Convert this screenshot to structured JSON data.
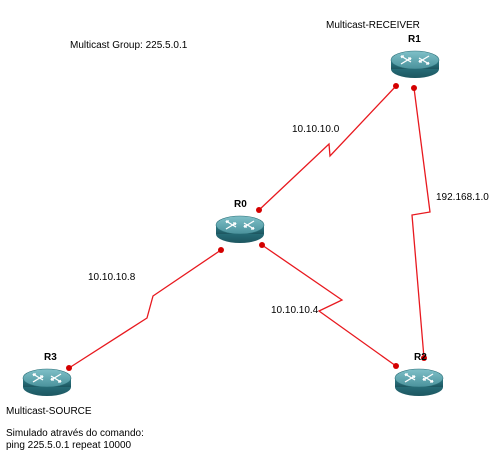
{
  "annotations": {
    "multicast_group": "Multicast Group: 225.5.0.1",
    "receiver_role": "Multicast-RECEIVER",
    "source_role": "Multicast-SOURCE",
    "simulation_line1": "Simulado através do comando:",
    "simulation_line2": "ping 225.5.0.1 repeat 10000"
  },
  "routers": [
    {
      "id": "R0",
      "label": "R0",
      "icon": "router-icon"
    },
    {
      "id": "R1",
      "label": "R1",
      "icon": "router-icon"
    },
    {
      "id": "R2",
      "label": "R2",
      "icon": "router-icon"
    },
    {
      "id": "R3",
      "label": "R3",
      "icon": "router-icon"
    }
  ],
  "links": [
    {
      "from": "R0",
      "to": "R1",
      "network": "10.10.10.0"
    },
    {
      "from": "R1",
      "to": "R2",
      "network": "192.168.1.0"
    },
    {
      "from": "R0",
      "to": "R2",
      "network": "10.10.10.4"
    },
    {
      "from": "R0",
      "to": "R3",
      "network": "10.10.10.8"
    }
  ],
  "colors": {
    "link": "#e8191f",
    "port_dot": "#d40000",
    "router_body": "#2f7a86",
    "router_top": "#5fa6b0"
  }
}
